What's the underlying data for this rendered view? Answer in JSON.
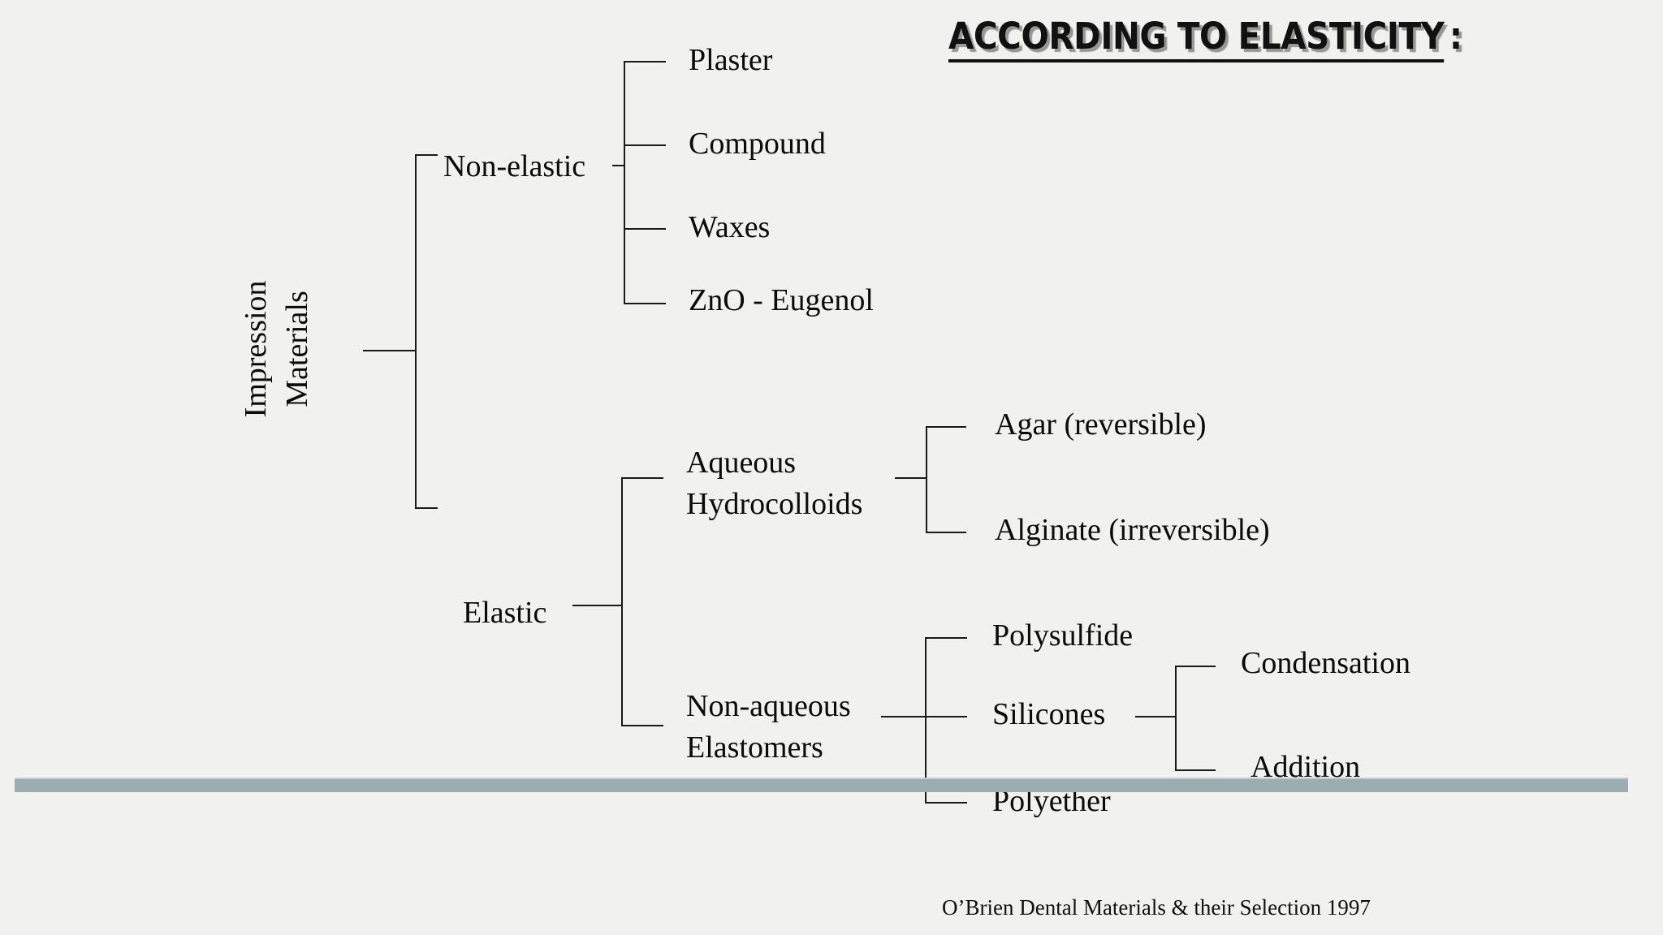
{
  "slide": {
    "background_color": "#f1f1f0",
    "title": {
      "text": "ACCORDING TO ELASTICITY",
      "trailing": ":"
    },
    "footer": "O’Brien  Dental Materials & their Selection  1997",
    "divider_band": {
      "color": "#9cadb2",
      "highlight_color": "#c3ced1"
    },
    "line_color": "#1a1a1a"
  },
  "tree": {
    "root": {
      "line1": "Impression",
      "line2": "Materials"
    },
    "level1": [
      {
        "label": "Non-elastic"
      },
      {
        "label": "Elastic"
      }
    ],
    "non_elastic_children": [
      {
        "label": "Plaster"
      },
      {
        "label": "Compound"
      },
      {
        "label": "Waxes"
      },
      {
        "label": "ZnO - Eugenol"
      }
    ],
    "elastic_children": [
      {
        "line1": "Aqueous",
        "line2": "Hydrocolloids"
      },
      {
        "line1": "Non-aqueous",
        "line2": "Elastomers"
      }
    ],
    "aqueous_children": [
      {
        "label": "Agar (reversible)"
      },
      {
        "label": "Alginate (irreversible)"
      }
    ],
    "elastomer_children": [
      {
        "label": "Polysulfide"
      },
      {
        "label": "Silicones"
      },
      {
        "label": "Polyether"
      }
    ],
    "silicone_children": [
      {
        "label": "Condensation"
      },
      {
        "label": "Addition"
      }
    ]
  }
}
